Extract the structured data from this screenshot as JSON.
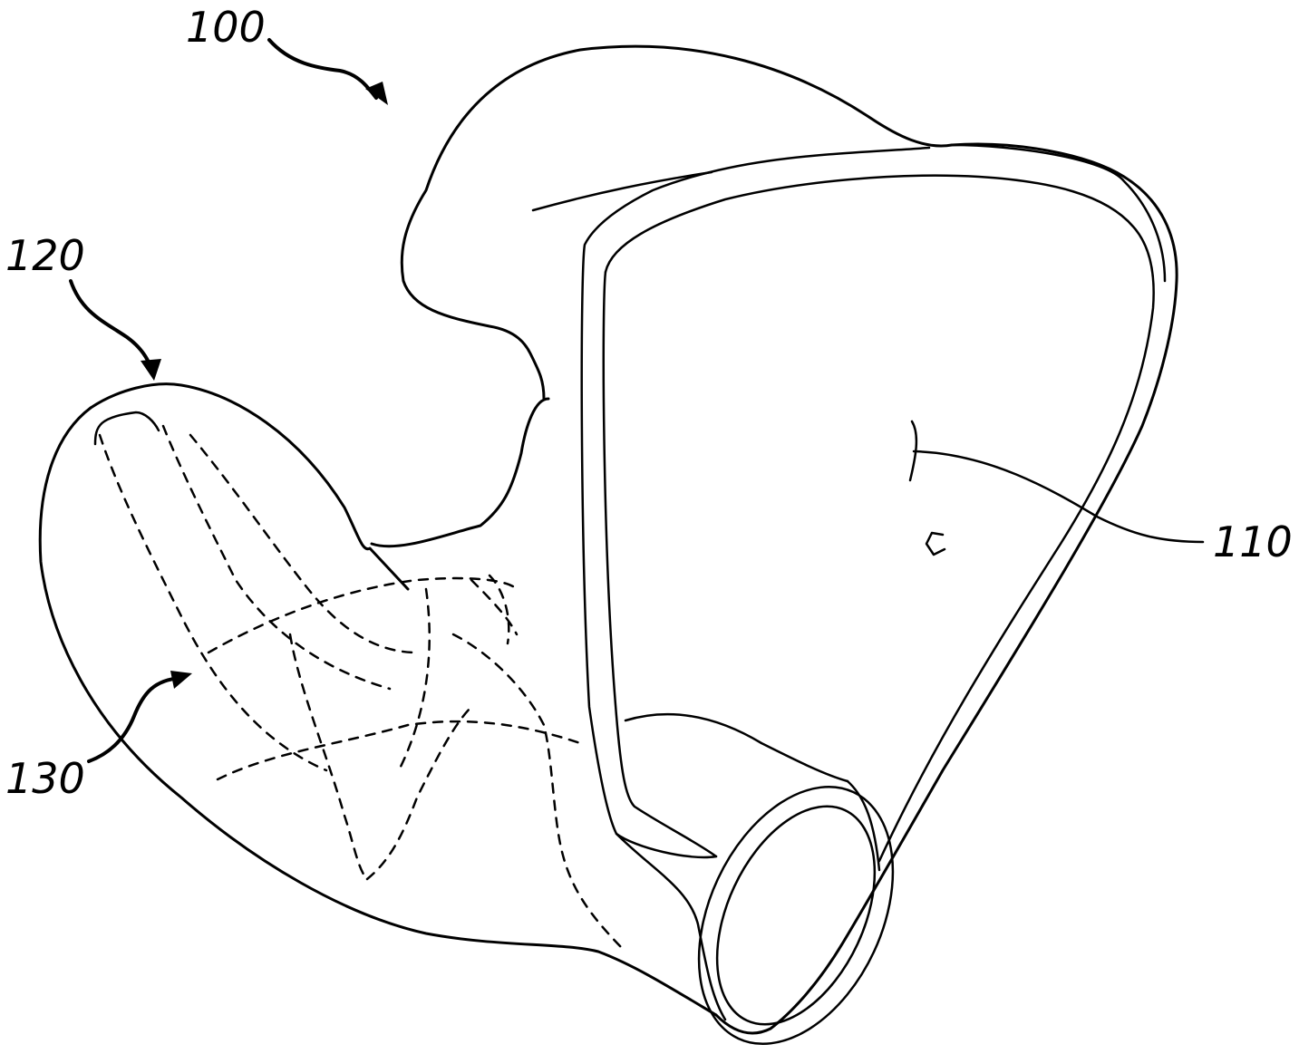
{
  "figure": {
    "type": "patent line drawing",
    "colors": {
      "stroke": "#000000",
      "background": "#ffffff"
    },
    "reference_labels": [
      {
        "id": "100",
        "text": "100",
        "target": "device"
      },
      {
        "id": "120",
        "text": "120",
        "target": "ear-insert portion"
      },
      {
        "id": "110",
        "text": "110",
        "target": "face/body surface"
      },
      {
        "id": "130",
        "text": "130",
        "target": "internal dashed structure"
      }
    ]
  }
}
